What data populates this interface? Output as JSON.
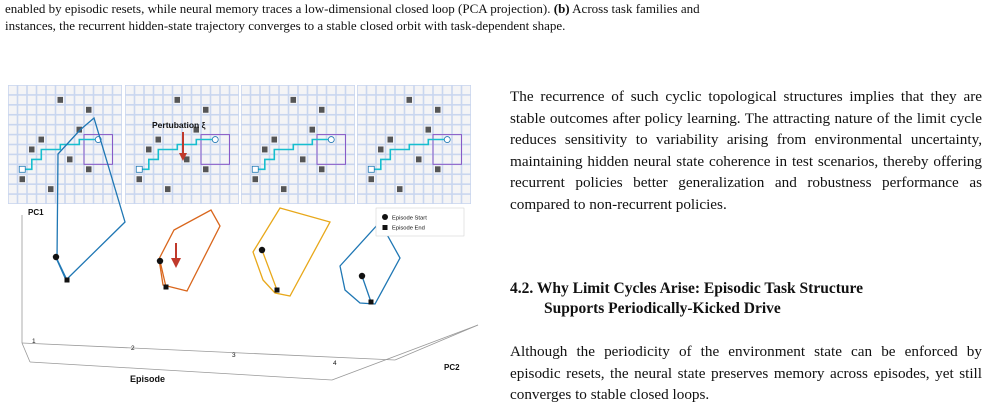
{
  "caption": {
    "line1": "enabled by episodic resets, while neural memory traces a low-dimensional closed loop (PCA projection). ",
    "part_b_label": "(b)",
    "line1_tail": " Across task families and",
    "line2": "instances, the recurrent hidden-state trajectory converges to a stable closed orbit with task-dependent shape."
  },
  "figure": {
    "perturbation_label": "Pertubation ξ",
    "pc1_label": "PC1",
    "pc2_label": "PC2",
    "episode_label": "Episode",
    "legend_start": "Episode Start",
    "legend_end": "Episode End",
    "panel_numbers": [
      "1",
      "2",
      "3",
      "4"
    ],
    "orbit_colors": [
      "#1f77b4",
      "#d9661c",
      "#e8a81a",
      "#1f77b4"
    ],
    "grid_color": "#d8dff0",
    "path_color": "#17becf",
    "arrow_color": "#c0392b"
  },
  "body": {
    "paragraph1": "The recurrence of such cyclic topological structures implies that they are stable outcomes after policy learning. The attracting nature of the limit cycle reduces sensitivity to variability arising from environmental uncertainty, maintaining hidden neural state coherence in test scenarios, thereby offering recurrent policies better generalization and robustness performance as compared to non-recurrent policies.",
    "section_number": "4.2.",
    "section_title_line1": "Why Limit Cycles Arise: Episodic Task Structure",
    "section_title_line2": "Supports Periodically-Kicked Drive",
    "paragraph2": "Although the periodicity of the environment state can be enforced by episodic resets, the neural state preserves memory across episodes, yet still converges to stable closed loops."
  }
}
